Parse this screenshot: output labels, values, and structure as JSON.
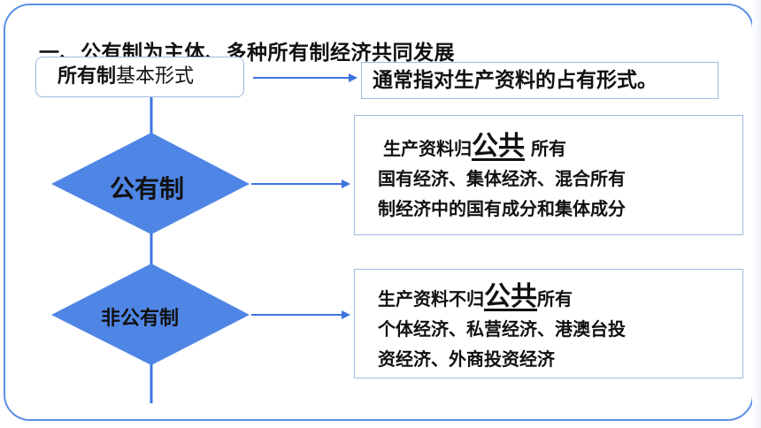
{
  "title": "一、公有制为主体、多种所有制经济共同发展",
  "basic_form": {
    "bold": "所有制",
    "normal": "基本形式"
  },
  "definition": "通常指对生产资料的占有形式。",
  "public": {
    "label": "公有制",
    "line1_pre": "生产资料归",
    "line1_big": "公共",
    "line1_post": "所有",
    "line2": "国有经济、集体经济、混合所有",
    "line3": "制经济中的国有成分和集体成分"
  },
  "nonpublic": {
    "label": "非公有制",
    "line1_pre": "生产资料不归",
    "line1_big": "公共",
    "line1_post": "所有",
    "line2": "个体经济、私营经济、港澳台投",
    "line3": "资经济、外商投资经济"
  },
  "colors": {
    "diamond": "#4f86e6",
    "arrow": "#3d74e0",
    "frame": "#5b8fe6",
    "box_border": "#9fb8e0"
  }
}
